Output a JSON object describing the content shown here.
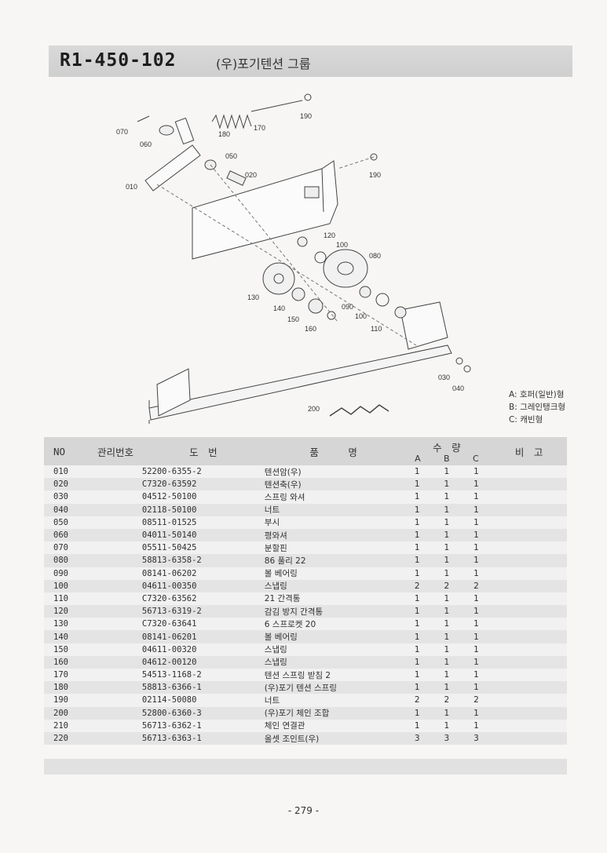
{
  "header": {
    "code": "R1-450-102",
    "name": "(우)포기텐션 그룹"
  },
  "callouts": [
    "070",
    "060",
    "010",
    "180",
    "170",
    "190",
    "050",
    "020",
    "190",
    "120",
    "100",
    "080",
    "130",
    "140",
    "150",
    "160",
    "090",
    "100",
    "110",
    "030",
    "040",
    "200"
  ],
  "legend": [
    "A: 호퍼(일반)형",
    "B: 그레인탱크형",
    "C: 캐빈형"
  ],
  "table": {
    "headers": {
      "no": "NO",
      "mgmt": "관리번호",
      "drawing": "도　번",
      "name": "품　　　명",
      "qty": "수　량",
      "remarks": "비　고"
    },
    "qty_cols": [
      "A",
      "B",
      "C"
    ],
    "rows": [
      {
        "no": "010",
        "drawing": "52200-6355-2",
        "name": "텐션암(우)",
        "a": "1",
        "b": "1",
        "c": "1"
      },
      {
        "no": "020",
        "drawing": "C7320-63592",
        "name": "텐션축(우)",
        "a": "1",
        "b": "1",
        "c": "1"
      },
      {
        "no": "030",
        "drawing": "04512-50100",
        "name": "스프링 와셔",
        "a": "1",
        "b": "1",
        "c": "1"
      },
      {
        "no": "040",
        "drawing": "02118-50100",
        "name": "너트",
        "a": "1",
        "b": "1",
        "c": "1"
      },
      {
        "no": "050",
        "drawing": "08511-01525",
        "name": "부시",
        "a": "1",
        "b": "1",
        "c": "1"
      },
      {
        "no": "060",
        "drawing": "04011-50140",
        "name": "평와셔",
        "a": "1",
        "b": "1",
        "c": "1"
      },
      {
        "no": "070",
        "drawing": "05511-50425",
        "name": "분할핀",
        "a": "1",
        "b": "1",
        "c": "1"
      },
      {
        "no": "080",
        "drawing": "58813-6358-2",
        "name": "86 풀리 22",
        "a": "1",
        "b": "1",
        "c": "1"
      },
      {
        "no": "090",
        "drawing": "08141-06202",
        "name": "볼 베어링",
        "a": "1",
        "b": "1",
        "c": "1"
      },
      {
        "no": "100",
        "drawing": "04611-00350",
        "name": "스냅링",
        "a": "2",
        "b": "2",
        "c": "2"
      },
      {
        "no": "110",
        "drawing": "C7320-63562",
        "name": "21 간격통",
        "a": "1",
        "b": "1",
        "c": "1"
      },
      {
        "no": "120",
        "drawing": "56713-6319-2",
        "name": "감김 방지 간격통",
        "a": "1",
        "b": "1",
        "c": "1"
      },
      {
        "no": "130",
        "drawing": "C7320-63641",
        "name": "6 스프로켓 20",
        "a": "1",
        "b": "1",
        "c": "1"
      },
      {
        "no": "140",
        "drawing": "08141-06201",
        "name": "볼 베어링",
        "a": "1",
        "b": "1",
        "c": "1"
      },
      {
        "no": "150",
        "drawing": "04611-00320",
        "name": "스냅링",
        "a": "1",
        "b": "1",
        "c": "1"
      },
      {
        "no": "160",
        "drawing": "04612-00120",
        "name": "스냅링",
        "a": "1",
        "b": "1",
        "c": "1"
      },
      {
        "no": "170",
        "drawing": "54513-1168-2",
        "name": "텐션 스프링 받침 2",
        "a": "1",
        "b": "1",
        "c": "1"
      },
      {
        "no": "180",
        "drawing": "58813-6366-1",
        "name": "(우)포기 텐션 스프링",
        "a": "1",
        "b": "1",
        "c": "1"
      },
      {
        "no": "190",
        "drawing": "02114-50080",
        "name": "너트",
        "a": "2",
        "b": "2",
        "c": "2"
      },
      {
        "no": "200",
        "drawing": "52800-6360-3",
        "name": "(우)포기 체인 조합",
        "a": "1",
        "b": "1",
        "c": "1"
      },
      {
        "no": "210",
        "drawing": "56713-6362-1",
        "name": "체인 연결관",
        "a": "1",
        "b": "1",
        "c": "1"
      },
      {
        "no": "220",
        "drawing": "56713-6363-1",
        "name": "올셋 조인트(우)",
        "a": "3",
        "b": "3",
        "c": "3"
      }
    ]
  },
  "page_number": "- 279 -"
}
